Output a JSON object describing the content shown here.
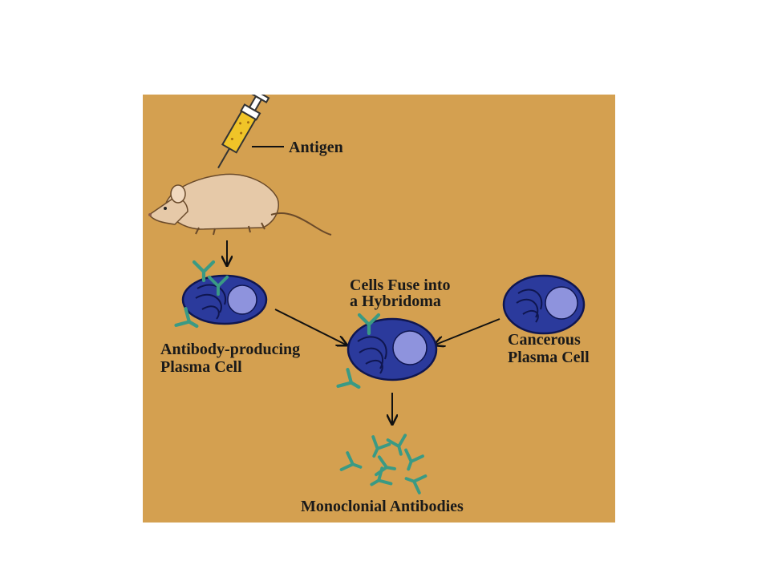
{
  "colors": {
    "background": "#d4a050",
    "cell_fill": "#2b3a9c",
    "cell_edge": "#0f1650",
    "nucleus": "#8e93dd",
    "antibody": "#3a9a84",
    "mouse": "#e6c9a8",
    "syringe_liquid": "#f0c428"
  },
  "labels": {
    "antigen": "Antigen",
    "fuse_line1": "Cells Fuse into",
    "fuse_line2": "a Hybridoma",
    "antibody_cell_line1": "Antibody-producing",
    "antibody_cell_line2": "Plasma Cell",
    "cancer_cell_line1": "Cancerous",
    "cancer_cell_line2": "Plasma Cell",
    "result": "Monoclonial Antibodies"
  },
  "icons": [
    "syringe-icon",
    "mouse-icon",
    "plasma-cell-icon",
    "hybridoma-cell-icon",
    "cancer-cell-icon",
    "antibody-icon"
  ]
}
